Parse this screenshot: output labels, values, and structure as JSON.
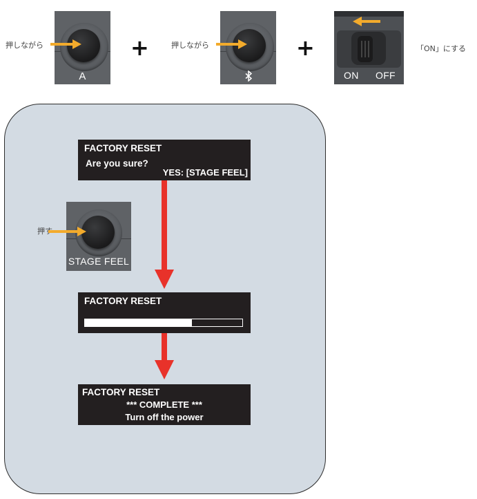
{
  "step1": {
    "hint": "押しながら",
    "key_label": "A"
  },
  "step2": {
    "hint": "押しながら",
    "key_icon": "bluetooth-icon"
  },
  "step3": {
    "switch_on": "ON",
    "switch_off": "OFF",
    "hint": "「ON」にする"
  },
  "plus_signs": [
    "+",
    "+"
  ],
  "press_step": {
    "hint": "押す",
    "key_label": "STAGE FEEL"
  },
  "screens": {
    "confirm": {
      "title": "FACTORY RESET",
      "question": "Are you sure?",
      "yes": "YES: [STAGE FEEL]"
    },
    "progress": {
      "title": "FACTORY RESET",
      "progress": 0.68
    },
    "complete": {
      "title": "FACTORY RESET",
      "status": "***  COMPLETE  ***",
      "instruction": "Turn off the power"
    }
  },
  "colors": {
    "arrow_orange": "#f3ab2c",
    "arrow_red": "#e8322a",
    "box_bg": "#d3dbe3",
    "lcd_bg": "#231f20",
    "panel": "#5f6266"
  }
}
